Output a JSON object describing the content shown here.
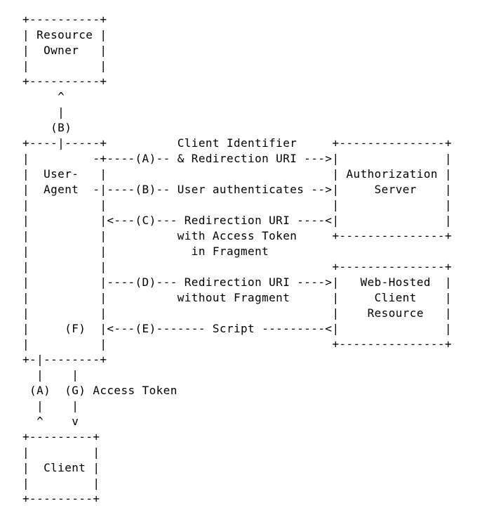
{
  "colors": {
    "background": "#ffffff",
    "ink": "#000000"
  },
  "ascii_diagram": {
    "lines": [
      "+----------+",
      "| Resource |",
      "|  Owner   |",
      "|          |",
      "+----------+",
      "     ^",
      "     |",
      "    (B)",
      "+----|-----+          Client Identifier     +---------------+",
      "|         -+----(A)-- & Redirection URI --->|               |",
      "|  User-   |                                | Authorization |",
      "|  Agent  -|----(B)-- User authenticates -->|     Server    |",
      "|          |                                |               |",
      "|          |<---(C)--- Redirection URI ----<|               |",
      "|          |          with Access Token     +---------------+",
      "|          |            in Fragment",
      "|          |                                +---------------+",
      "|          |----(D)--- Redirection URI ---->|   Web-Hosted  |",
      "|          |          without Fragment      |     Client    |",
      "|          |                                |    Resource   |",
      "|     (F)  |<---(E)------- Script ---------<|               |",
      "|          |                                +---------------+",
      "+-|--------+",
      "  |    |",
      " (A)  (G) Access Token",
      "  |    |",
      "  ^    v",
      "+---------+",
      "|         |",
      "|  Client |",
      "|         |",
      "+---------+"
    ]
  },
  "semantics": {
    "boxes": [
      {
        "label": "Resource Owner"
      },
      {
        "label": "User-Agent"
      },
      {
        "label": "Authorization Server"
      },
      {
        "label": "Web-Hosted Client Resource"
      },
      {
        "label": "Client"
      }
    ],
    "steps": [
      {
        "id": "(A)",
        "label": "Client Identifier & Redirection URI"
      },
      {
        "id": "(B)",
        "label": "User authenticates"
      },
      {
        "id": "(C)",
        "label": "Redirection URI with Access Token in Fragment"
      },
      {
        "id": "(D)",
        "label": "Redirection URI without Fragment"
      },
      {
        "id": "(E)",
        "label": "Script"
      },
      {
        "id": "(F)",
        "label": ""
      },
      {
        "id": "(G)",
        "label": "Access Token"
      }
    ]
  }
}
